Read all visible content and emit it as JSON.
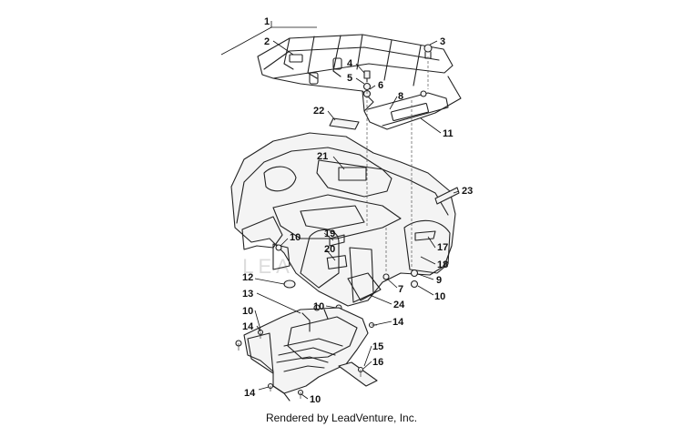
{
  "diagram": {
    "watermark": "LEADVENTURE",
    "footer": "Rendered by LeadVenture, Inc.",
    "callouts": [
      {
        "id": "c1",
        "text": "1"
      },
      {
        "id": "c2",
        "text": "2"
      },
      {
        "id": "c3",
        "text": "3"
      },
      {
        "id": "c4",
        "text": "4"
      },
      {
        "id": "c5",
        "text": "5"
      },
      {
        "id": "c6",
        "text": "6"
      },
      {
        "id": "c8",
        "text": "8"
      },
      {
        "id": "c22",
        "text": "22"
      },
      {
        "id": "c11",
        "text": "11"
      },
      {
        "id": "c21",
        "text": "21"
      },
      {
        "id": "c23",
        "text": "23"
      },
      {
        "id": "c10a",
        "text": "10"
      },
      {
        "id": "c19",
        "text": "19"
      },
      {
        "id": "c20",
        "text": "20"
      },
      {
        "id": "c17",
        "text": "17"
      },
      {
        "id": "c18",
        "text": "18"
      },
      {
        "id": "c9",
        "text": "9"
      },
      {
        "id": "c12",
        "text": "12"
      },
      {
        "id": "c7",
        "text": "7"
      },
      {
        "id": "c10b",
        "text": "10"
      },
      {
        "id": "c13",
        "text": "13"
      },
      {
        "id": "c10c",
        "text": "10"
      },
      {
        "id": "c24",
        "text": "24"
      },
      {
        "id": "c10d",
        "text": "10"
      },
      {
        "id": "c14a",
        "text": "14"
      },
      {
        "id": "c14b",
        "text": "14"
      },
      {
        "id": "c15",
        "text": "15"
      },
      {
        "id": "c16",
        "text": "16"
      },
      {
        "id": "c14c",
        "text": "14"
      },
      {
        "id": "c10e",
        "text": "10"
      }
    ]
  }
}
